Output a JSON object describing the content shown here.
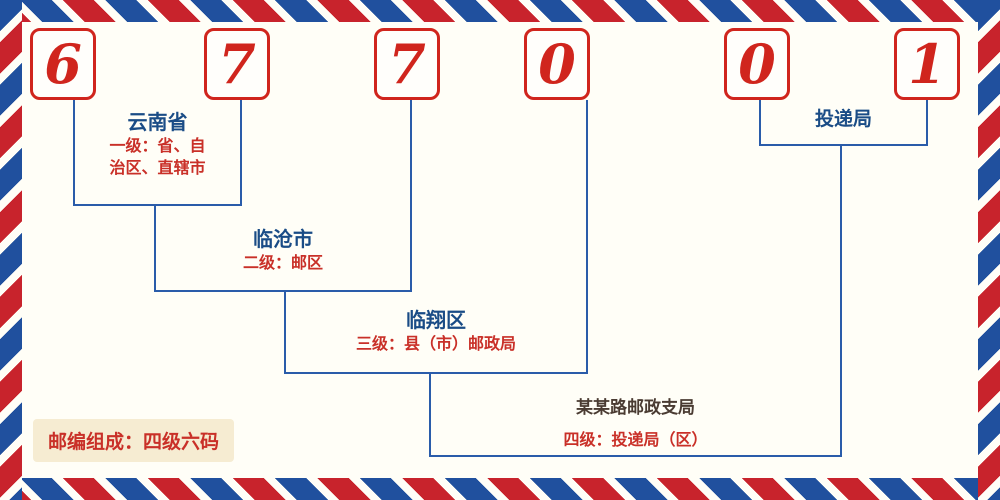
{
  "postal_code": {
    "digits": [
      "6",
      "7",
      "7",
      "0",
      "0",
      "1"
    ]
  },
  "annotations": {
    "level1": {
      "place": "云南省",
      "desc_line1": "一级：省、自",
      "desc_line2": "治区、直辖市"
    },
    "level2": {
      "place": "临沧市",
      "desc": "二级：邮区"
    },
    "level3": {
      "place": "临翔区",
      "desc": "三级：县（市）邮政局"
    },
    "level4": {
      "place": "某某路邮政支局",
      "desc": "四级：投递局（区）"
    },
    "delivery": {
      "place": "投递局"
    }
  },
  "footer": {
    "note": "邮编组成：四级六码"
  },
  "colors": {
    "digit_red": "#d0251d",
    "stripe_red": "#c8232c",
    "stripe_blue": "#20509e",
    "label_navy": "#1a4c86",
    "desc_red": "#c93028",
    "line_blue": "#2a5caa",
    "note_bg": "#f6ecd2",
    "branch_dark": "#4a3b32",
    "paper_bg": "#fffef7"
  }
}
